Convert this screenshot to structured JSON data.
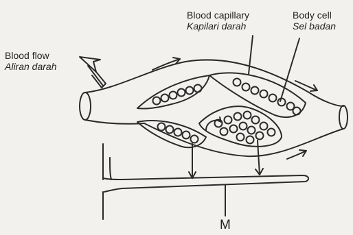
{
  "labels": {
    "blood_flow": {
      "en": "Blood flow",
      "ms": "Aliran darah"
    },
    "blood_capillary": {
      "en": "Blood capillary",
      "ms": "Kapilari darah"
    },
    "body_cell": {
      "en": "Body cell",
      "ms": "Sel badan"
    },
    "m": "M"
  },
  "colors": {
    "ink": "#2a2a2a",
    "background": "#f3f1ee"
  }
}
